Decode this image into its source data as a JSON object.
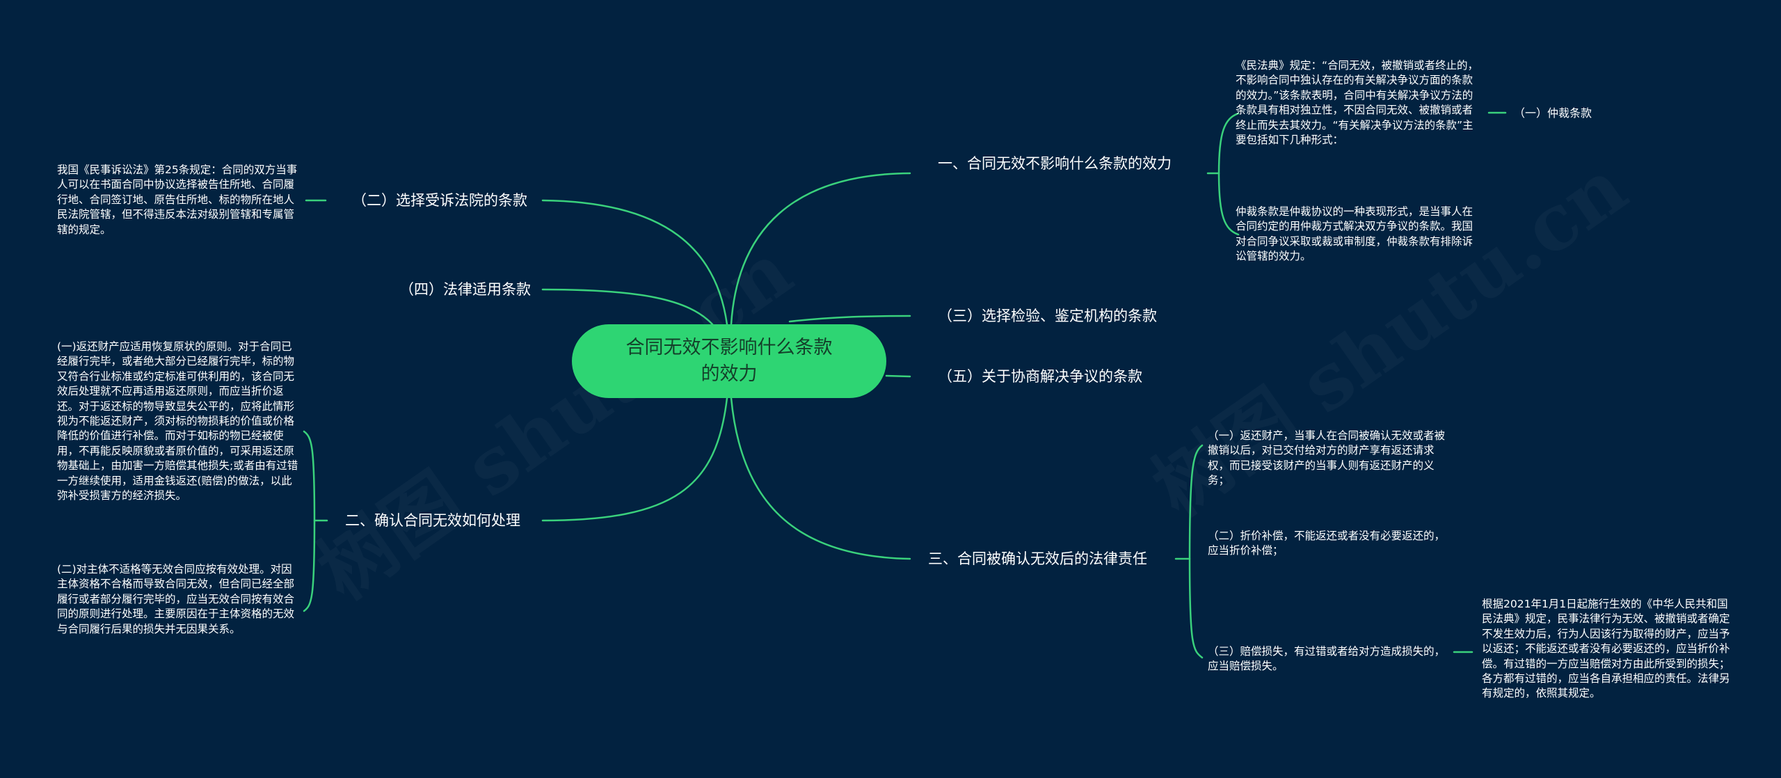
{
  "root": {
    "title": "合同无效不影响什么条款的效力",
    "line1": "合同无效不影响什么条款",
    "line2": "的效力"
  },
  "colors": {
    "background": "#022240",
    "root_fill": "#2ed573",
    "root_text": "#14402a",
    "link": "#3ad17c",
    "text": "#ffffff"
  },
  "watermark": "树图 shutu.cn",
  "right": {
    "branch1": {
      "label": "一、合同无效不影响什么条款的效力",
      "leaf_intro": "《民法典》规定：“合同无效，被撤销或者终止的，不影响合同中独认存在的有关解决争议方面的条款的效力。”该条款表明，合同中有关解决争议方法的条款具有相对独立性，不因合同无效、被撤销或者终止而失去其效力。“有关解决争议方法的条款”主要包括如下几种形式：",
      "leaf_intro_child": "（一）仲裁条款",
      "leaf_arbitration": "仲裁条款是仲裁协议的一种表现形式，是当事人在合同约定的用仲裁方式解决双方争议的条款。我国对合同争议采取或裁或审制度，仲裁条款有排除诉讼管辖的效力。"
    },
    "branch_inspection": {
      "label": "（三）选择检验、鉴定机构的条款"
    },
    "branch_negotiation": {
      "label": "（五）关于协商解决争议的条款"
    },
    "branch3": {
      "label": "三、合同被确认无效后的法律责任",
      "leaves": [
        {
          "text": "（一）返还财产，当事人在合同被确认无效或者被撤销以后，对已交付给对方的财产享有返还请求权，而已接受该财产的当事人则有返还财产的义务；"
        },
        {
          "text": "（二）折价补偿，不能返还或者没有必要返还的，应当折价补偿；"
        },
        {
          "text": "（三）赔偿损失，有过错或者给对方造成损失的，应当赔偿损失。"
        }
      ],
      "leaf3_child": "根据2021年1月1日起施行生效的《中华人民共和国民法典》规定，民事法律行为无效、被撤销或者确定不发生效力后，行为人因该行为取得的财产，应当予以返还；不能返还或者没有必要返还的，应当折价补偿。有过错的一方应当赔偿对方由此所受到的损失；各方都有过错的，应当各自承担相应的责任。法律另有规定的，依照其规定。"
    }
  },
  "left": {
    "branch_court": {
      "label": "（二）选择受诉法院的条款",
      "leaf": "我国《民事诉讼法》第25条规定：合同的双方当事人可以在书面合同中协议选择被告住所地、合同履行地、合同签订地、原告住所地、标的物所在地人民法院管辖，但不得违反本法对级别管辖和专属管辖的规定。"
    },
    "branch_law": {
      "label": "（四）法律适用条款"
    },
    "branch2": {
      "label": "二、确认合同无效如何处理",
      "leaves": [
        {
          "text": "(一)返还财产应适用恢复原状的原则。对于合同已经履行完毕，或者绝大部分已经履行完毕，标的物又符合行业标准或约定标准可供利用的，该合同无效后处理就不应再适用返还原则，而应当折价返还。对于返还标的物导致显失公平的，应将此情形视为不能返还财产，须对标的物损耗的价值或价格降低的价值进行补偿。而对于如标的物已经被使用，不再能反映原貌或者原价值的，可采用返还原物基础上，由加害一方赔偿其他损失;或者由有过错一方继续使用，适用金钱返还(赔偿)的做法，以此弥补受损害方的经济损失。"
        },
        {
          "text": "(二)对主体不适格等无效合同应按有效处理。对因主体资格不合格而导致合同无效，但合同已经全部履行或者部分履行完毕的，应当无效合同按有效合同的原则进行处理。主要原因在于主体资格的无效与合同履行后果的损失并无因果关系。"
        }
      ]
    }
  }
}
